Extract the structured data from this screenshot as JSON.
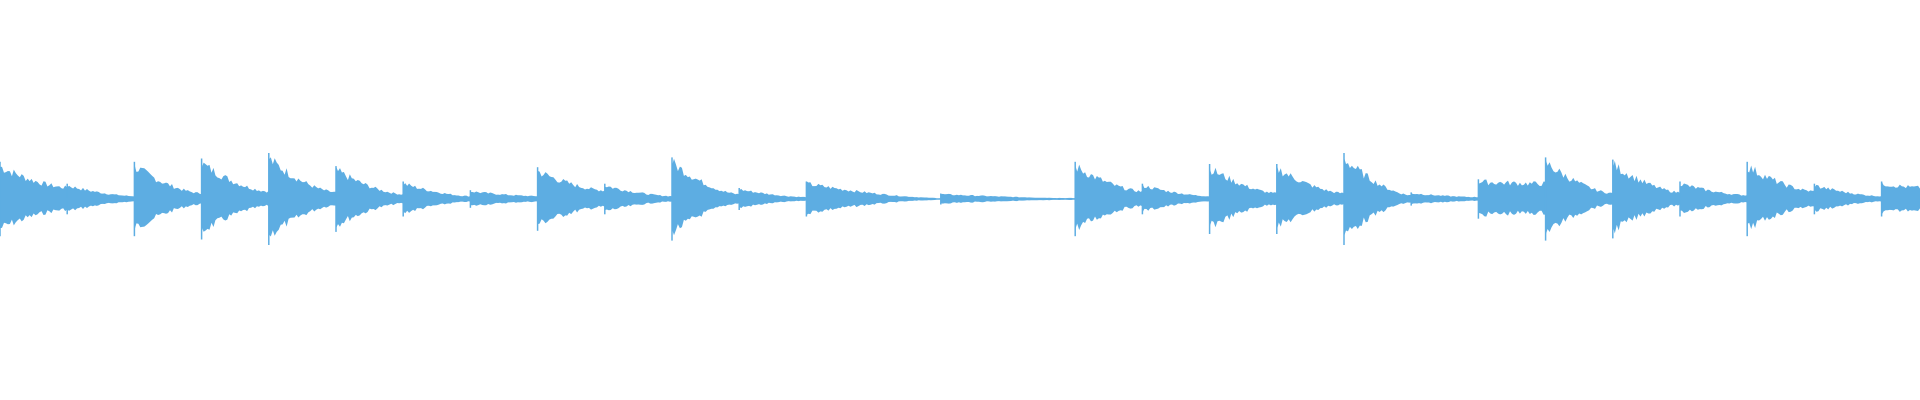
{
  "waveform": {
    "color": "#5dade2",
    "background": "#ffffff",
    "segments": [
      {
        "start": 0.0,
        "end": 0.035,
        "peak": 0.34,
        "tail": 0.12
      },
      {
        "start": 0.035,
        "end": 0.07,
        "peak": 0.14,
        "tail": 0.03
      },
      {
        "start": 0.07,
        "end": 0.105,
        "peak": 0.34,
        "tail": 0.06
      },
      {
        "start": 0.105,
        "end": 0.14,
        "peak": 0.37,
        "tail": 0.08
      },
      {
        "start": 0.14,
        "end": 0.175,
        "peak": 0.42,
        "tail": 0.07
      },
      {
        "start": 0.175,
        "end": 0.21,
        "peak": 0.3,
        "tail": 0.05
      },
      {
        "start": 0.21,
        "end": 0.245,
        "peak": 0.16,
        "tail": 0.03
      },
      {
        "start": 0.245,
        "end": 0.28,
        "peak": 0.08,
        "tail": 0.03
      },
      {
        "start": 0.28,
        "end": 0.315,
        "peak": 0.29,
        "tail": 0.09
      },
      {
        "start": 0.315,
        "end": 0.35,
        "peak": 0.14,
        "tail": 0.03
      },
      {
        "start": 0.35,
        "end": 0.385,
        "peak": 0.38,
        "tail": 0.05
      },
      {
        "start": 0.385,
        "end": 0.42,
        "peak": 0.1,
        "tail": 0.02
      },
      {
        "start": 0.42,
        "end": 0.49,
        "peak": 0.16,
        "tail": 0.01
      },
      {
        "start": 0.49,
        "end": 0.56,
        "peak": 0.05,
        "tail": 0.01
      },
      {
        "start": 0.56,
        "end": 0.595,
        "peak": 0.34,
        "tail": 0.08
      },
      {
        "start": 0.595,
        "end": 0.63,
        "peak": 0.14,
        "tail": 0.03
      },
      {
        "start": 0.63,
        "end": 0.665,
        "peak": 0.32,
        "tail": 0.06
      },
      {
        "start": 0.665,
        "end": 0.7,
        "peak": 0.32,
        "tail": 0.06
      },
      {
        "start": 0.7,
        "end": 0.735,
        "peak": 0.42,
        "tail": 0.04
      },
      {
        "start": 0.735,
        "end": 0.77,
        "peak": 0.06,
        "tail": 0.02
      },
      {
        "start": 0.77,
        "end": 0.805,
        "peak": 0.18,
        "tail": 0.16
      },
      {
        "start": 0.805,
        "end": 0.84,
        "peak": 0.38,
        "tail": 0.06
      },
      {
        "start": 0.84,
        "end": 0.875,
        "peak": 0.36,
        "tail": 0.07
      },
      {
        "start": 0.875,
        "end": 0.91,
        "peak": 0.16,
        "tail": 0.04
      },
      {
        "start": 0.91,
        "end": 0.945,
        "peak": 0.34,
        "tail": 0.08
      },
      {
        "start": 0.945,
        "end": 0.98,
        "peak": 0.14,
        "tail": 0.03
      },
      {
        "start": 0.98,
        "end": 1.0,
        "peak": 0.16,
        "tail": 0.12
      }
    ]
  }
}
